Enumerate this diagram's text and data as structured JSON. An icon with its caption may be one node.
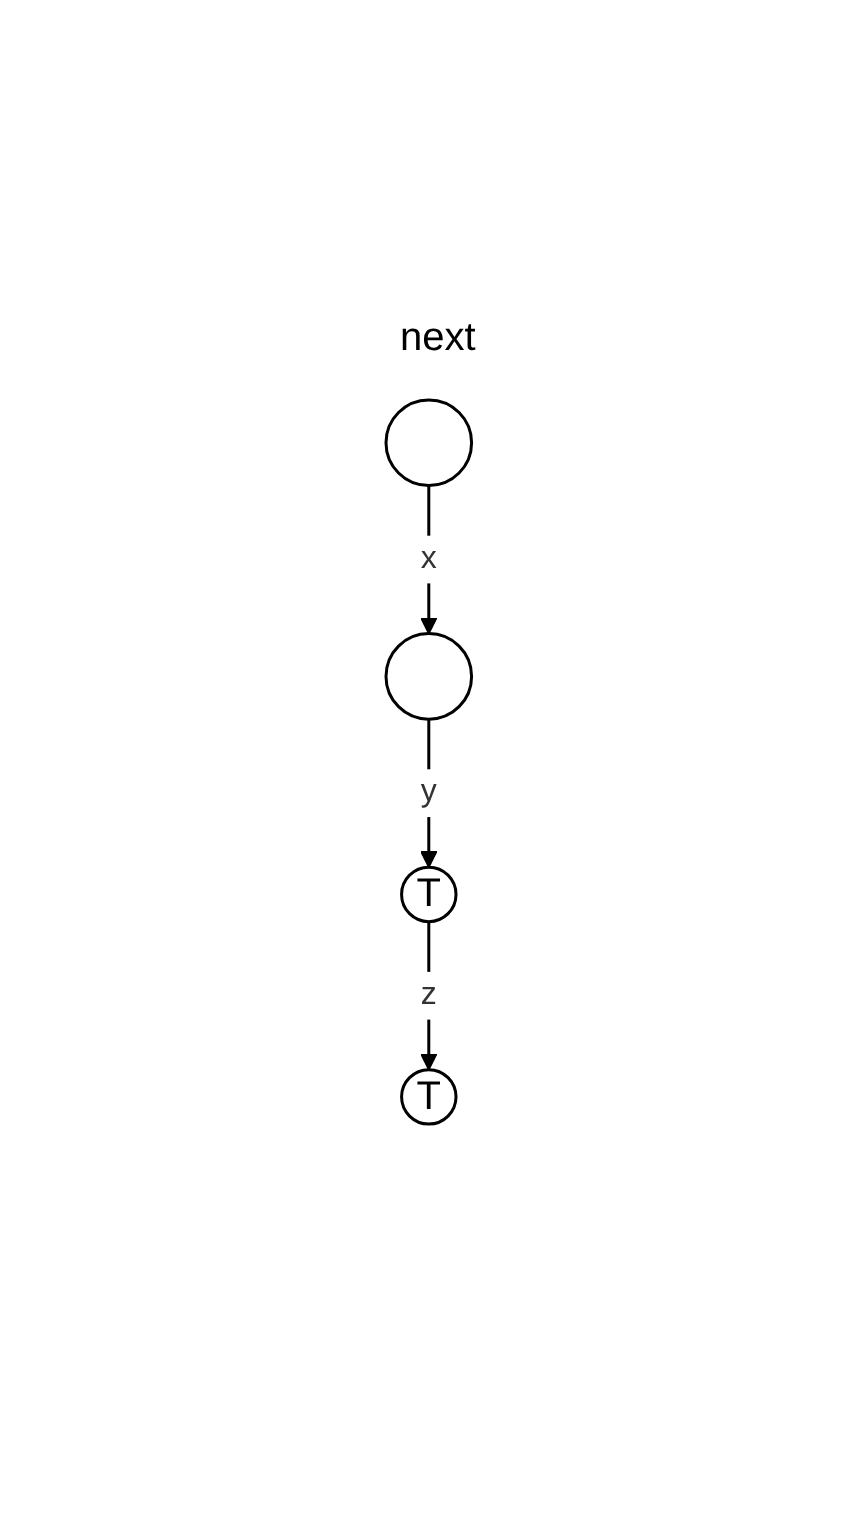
{
  "diagram": {
    "nodes": [
      {
        "text": [],
        "shape": "circle"
      },
      {
        "text": [],
        "shape": "circle"
      },
      {
        "text": [
          "T"
        ]
      },
      {
        "text": [
          "T"
        ]
      }
    ],
    "edges": [
      {
        "from": 0,
        "to": 1,
        "arrow": "to",
        "label": "x"
      },
      {
        "from": 1,
        "to": 2,
        "arrow": "to",
        "label": "y"
      },
      {
        "from": 2,
        "to": 3,
        "arrow": "to",
        "label": "z"
      }
    ],
    "labels": [
      "next"
    ]
  }
}
